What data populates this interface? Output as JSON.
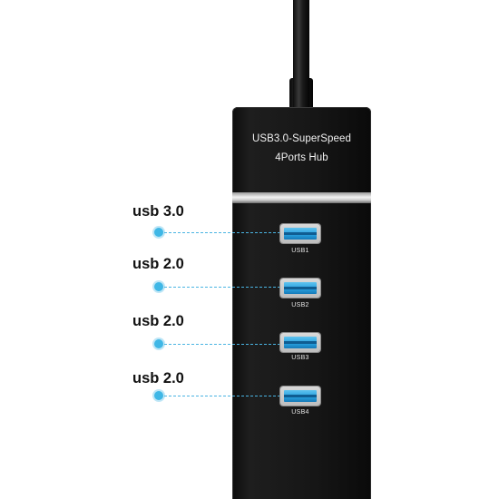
{
  "hub": {
    "title_line1": "USB3.0-SuperSpeed",
    "title_line2": "4Ports Hub"
  },
  "ports": [
    {
      "id": "USB1",
      "callout": "usb 3.0"
    },
    {
      "id": "USB2",
      "callout": "usb 2.0"
    },
    {
      "id": "USB3",
      "callout": "usb 2.0"
    },
    {
      "id": "USB4",
      "callout": "usb 2.0"
    }
  ],
  "colors": {
    "port_blue": "#2aa2e0",
    "callout_dot": "#3fb7e6",
    "hub_body": "#161616"
  }
}
